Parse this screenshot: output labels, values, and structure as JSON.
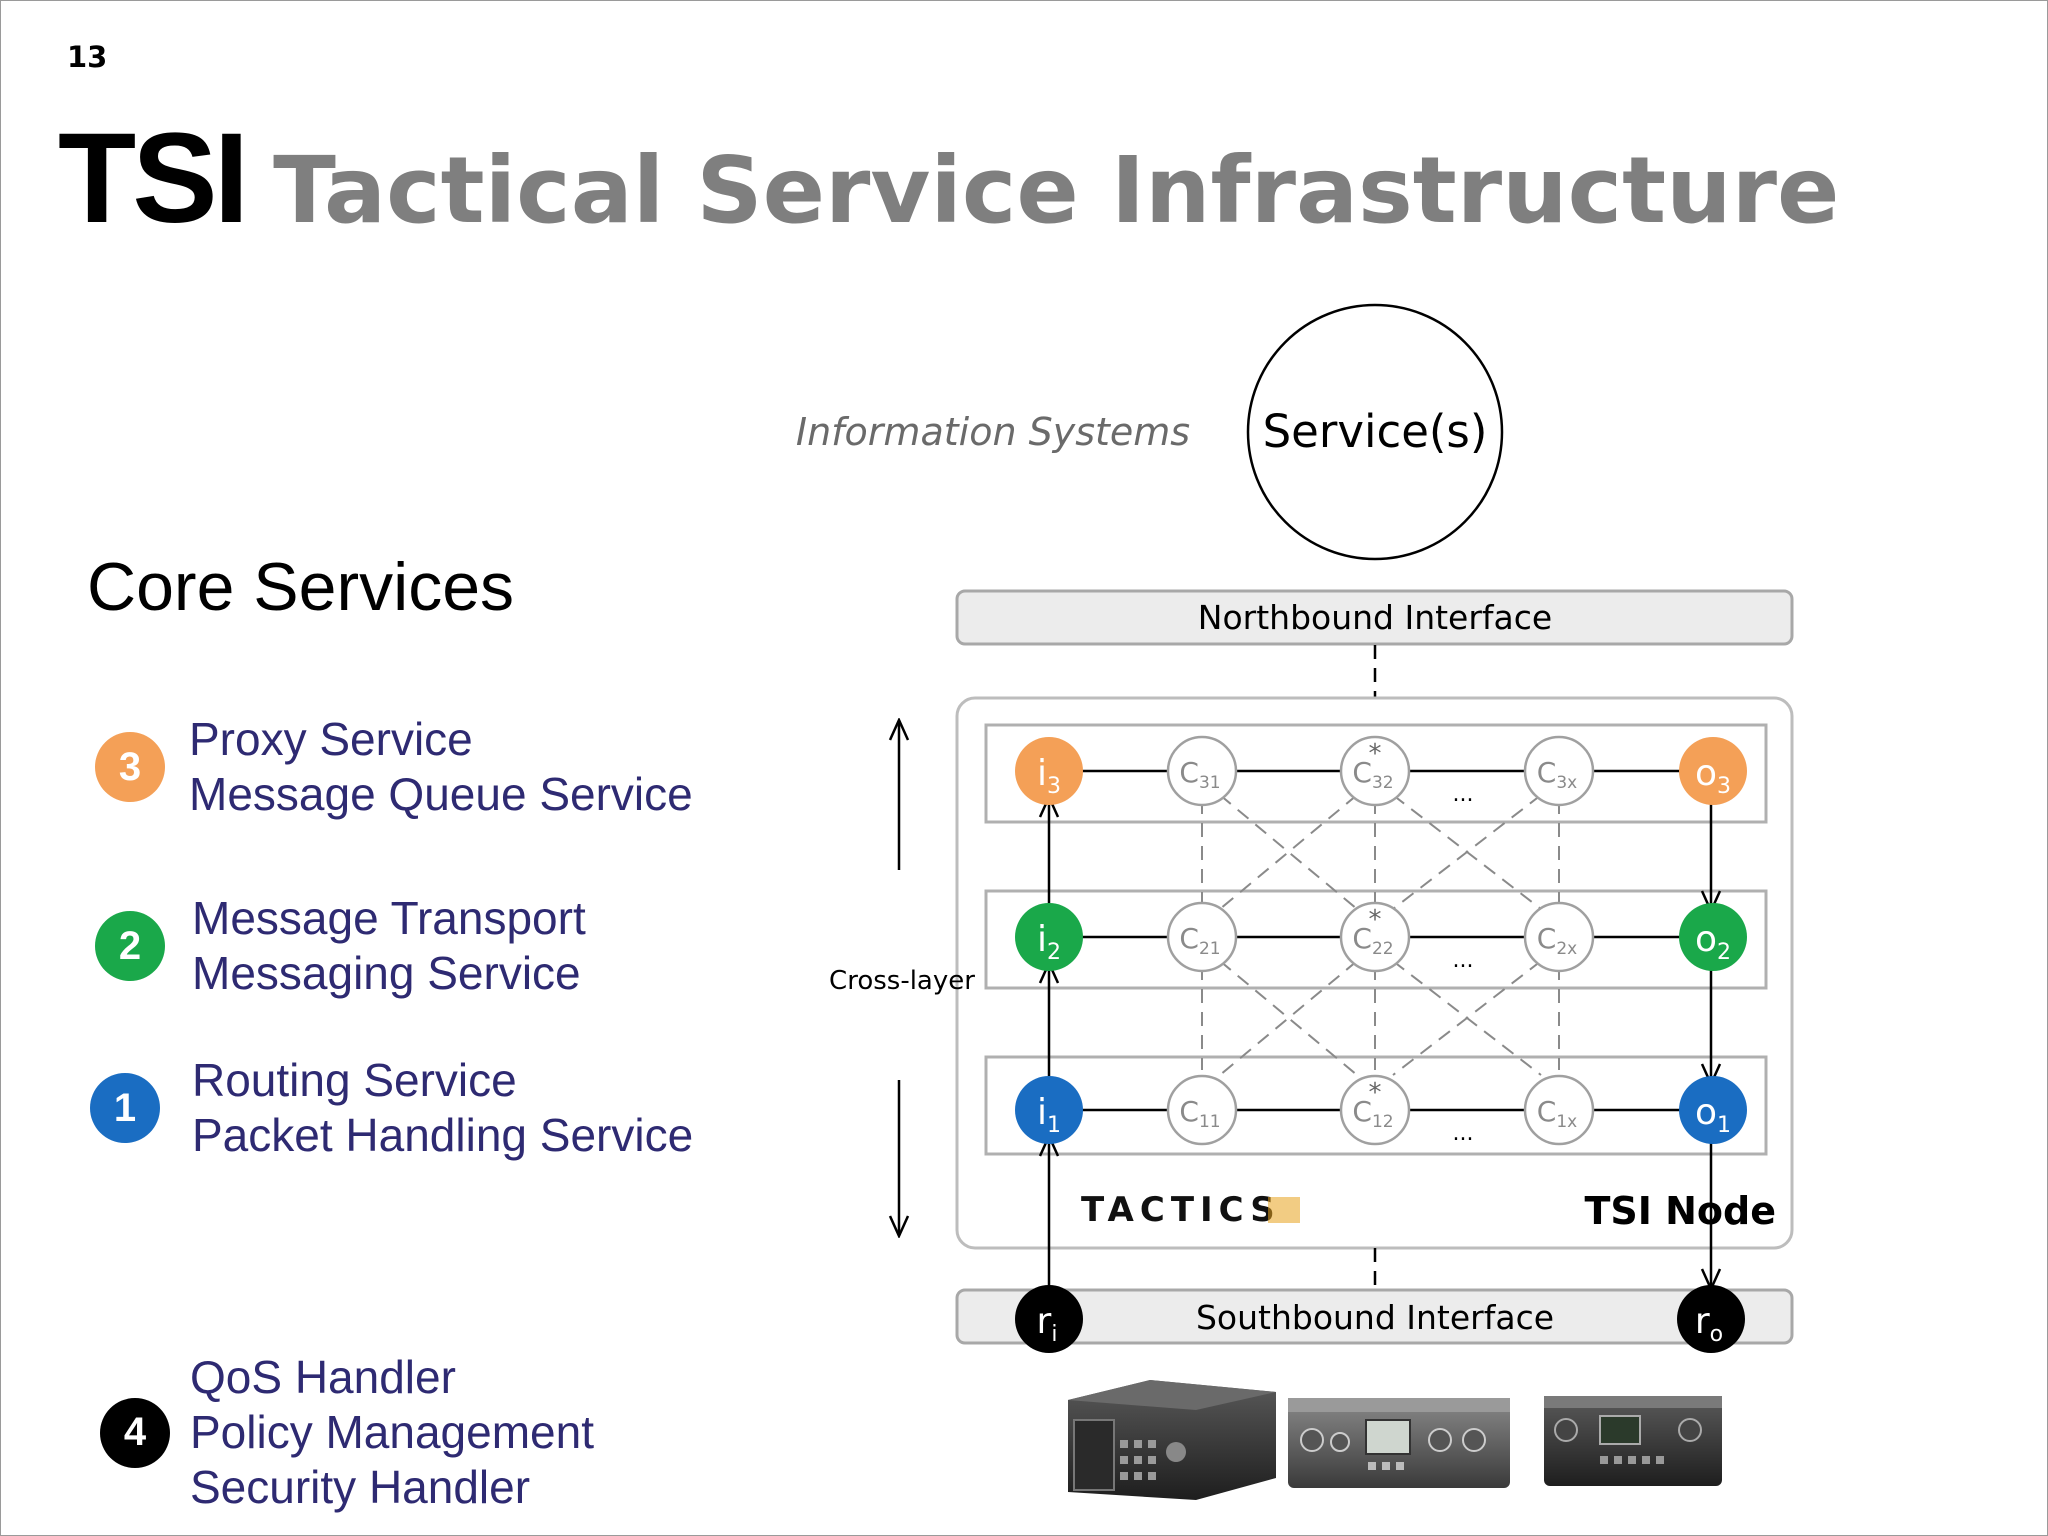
{
  "page_number": "13",
  "title": {
    "abbr": "TSI",
    "full": "Tactical Service Infrastructure"
  },
  "core_services": {
    "heading": "Core Services",
    "groups": [
      {
        "badge": "3",
        "color": "#f4a057",
        "lines": [
          "Proxy Service",
          "Message Queue Service"
        ]
      },
      {
        "badge": "2",
        "color": "#1aa84a",
        "lines": [
          "Message Transport",
          "Messaging Service"
        ]
      },
      {
        "badge": "1",
        "color": "#1a6dc2",
        "lines": [
          "Routing Service",
          "Packet Handling Service"
        ]
      },
      {
        "badge": "4",
        "color": "#000000",
        "lines": [
          "QoS Handler",
          "Policy Management",
          "Security Handler"
        ]
      }
    ]
  },
  "diagram": {
    "info_systems_label": "Information Systems",
    "service_label": "Service(s)",
    "northbound_label": "Northbound Interface",
    "southbound_label": "Southbound Interface",
    "cross_layer_label": "Cross-layer",
    "node_label": "TSI Node",
    "logo": "TACTICS",
    "ellipsis": "...",
    "star": "*",
    "nodes": {
      "i3": {
        "base": "i",
        "sub": "3"
      },
      "i2": {
        "base": "i",
        "sub": "2"
      },
      "i1": {
        "base": "i",
        "sub": "1"
      },
      "o3": {
        "base": "o",
        "sub": "3"
      },
      "o2": {
        "base": "o",
        "sub": "2"
      },
      "o1": {
        "base": "o",
        "sub": "1"
      },
      "ri": {
        "base": "r",
        "sub": "i"
      },
      "ro": {
        "base": "r",
        "sub": "o"
      },
      "c31": {
        "base": "C",
        "sub": "31"
      },
      "c32": {
        "base": "C",
        "sub": "32"
      },
      "c3x": {
        "base": "C",
        "sub": "3x"
      },
      "c21": {
        "base": "C",
        "sub": "21"
      },
      "c22": {
        "base": "C",
        "sub": "22"
      },
      "c2x": {
        "base": "C",
        "sub": "2x"
      },
      "c11": {
        "base": "C",
        "sub": "11"
      },
      "c12": {
        "base": "C",
        "sub": "12"
      },
      "c1x": {
        "base": "C",
        "sub": "1x"
      }
    },
    "colors": {
      "layer3": "#f4a057",
      "layer2": "#1aa84a",
      "layer1": "#1a6dc2",
      "radio": "#000000",
      "logo_accent": "#e8a21e"
    }
  }
}
